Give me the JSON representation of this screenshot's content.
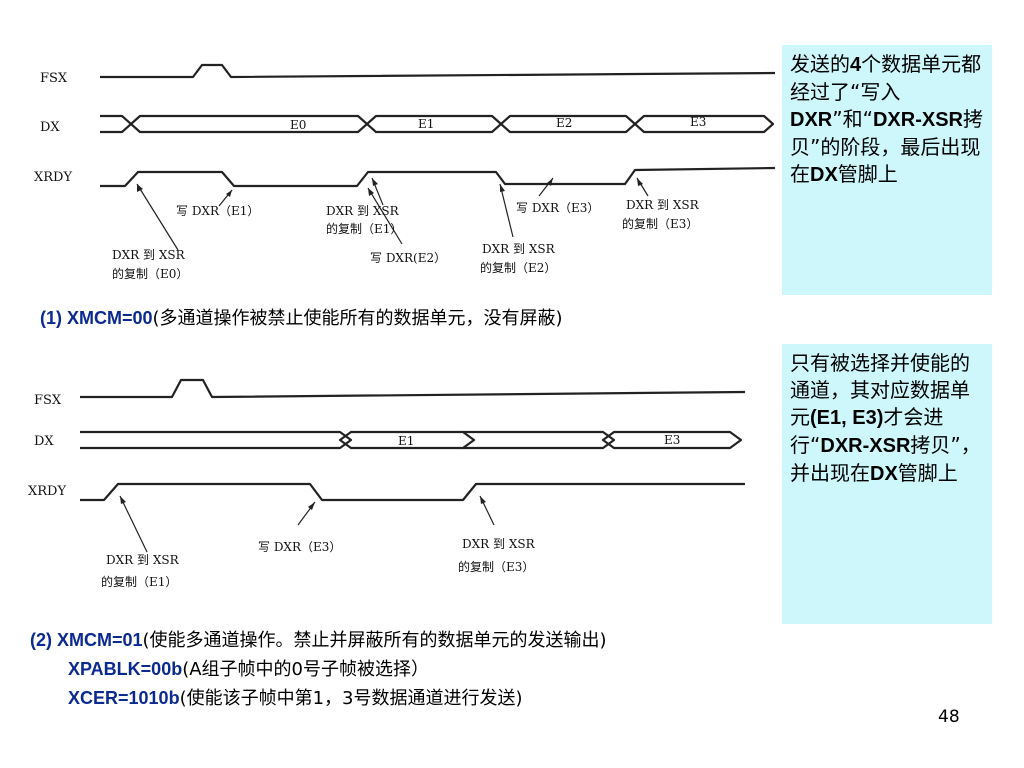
{
  "top_diagram": {
    "signals": [
      "FSX",
      "DX",
      "XRDY"
    ],
    "cells": [
      "E0",
      "E1",
      "E2",
      "E3"
    ],
    "annotations": [
      "DXR 到 XSR",
      "的复制（E0）",
      "写 DXR（E1）",
      "DXR 到 XSR",
      "的复制（E1）",
      "写 DXR(E2）",
      "写 DXR（E3）",
      "DXR 到 XSR",
      "的复制（E2）",
      "DXR 到 XSR",
      "的复制（E3）"
    ]
  },
  "bottom_diagram": {
    "signals": [
      "FSX",
      "DX",
      "XRDY"
    ],
    "cells": [
      "E1",
      "E3"
    ],
    "annotations": [
      "DXR 到 XSR",
      "的复制（E1）",
      "写 DXR（E3）",
      "DXR 到 XSR",
      "的复制（E3）"
    ]
  },
  "callout_top": {
    "p1": "发送的",
    "b1": "4",
    "p2": "个数据单元都经过了“写入",
    "b2": "DXR",
    "p3": "”和“",
    "b3": "DXR-XSR",
    "p4": "拷贝”的阶段，最后出现在",
    "b4": "DX",
    "p5": "管脚上"
  },
  "callout_bottom": {
    "p1": "只有被选择并使能的通道，其对应数据单元",
    "b1": "(E1, E3)",
    "p2": "才会进行“",
    "b2": "DXR-XSR",
    "p3": "拷贝”，并出现在",
    "b3": "DX",
    "p4": "管脚上"
  },
  "caption1": {
    "hl": "(1) XMCM=00",
    "rest": "(多通道操作被禁止使能所有的数据单元，没有屏蔽)"
  },
  "caption2": {
    "line1_hl": "(2) XMCM=01",
    "line1_rest": "(使能多通道操作。禁止并屏蔽所有的数据单元的发送输出)",
    "line2_hl": "XPABLK=00b",
    "line2_rest": "(A组子帧中的0号子帧被选择）",
    "line3_hl": "XCER=1010b",
    "line3_rest": "(使能该子帧中第1，3号数据通道进行发送)"
  },
  "page_number": "48"
}
